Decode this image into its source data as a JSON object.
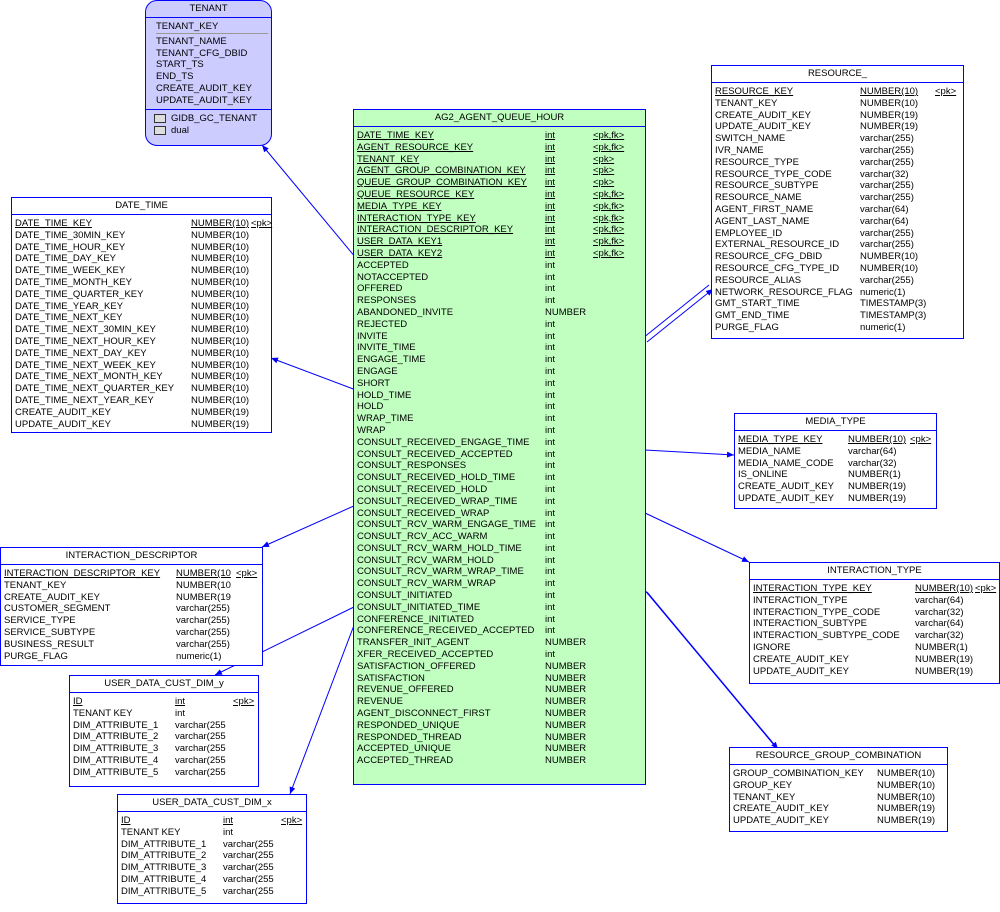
{
  "diagram": {
    "tables": [
      {
        "id": "tenant",
        "title": "TENANT",
        "rows": [
          {
            "n": "TENANT_KEY",
            "t": "",
            "k": ""
          },
          {
            "n": "TENANT_NAME",
            "t": "",
            "k": ""
          },
          {
            "n": "TENANT_CFG_DBID",
            "t": "",
            "k": ""
          },
          {
            "n": "START_TS",
            "t": "",
            "k": ""
          },
          {
            "n": "END_TS",
            "t": "",
            "k": ""
          },
          {
            "n": "CREATE_AUDIT_KEY",
            "t": "",
            "k": ""
          },
          {
            "n": "UPDATE_AUDIT_KEY",
            "t": "",
            "k": ""
          }
        ],
        "sources": [
          "GIDB_GC_TENANT",
          "dual"
        ]
      },
      {
        "id": "ag2",
        "title": "AG2_AGENT_QUEUE_HOUR",
        "rows": [
          {
            "n": "DATE_TIME_KEY",
            "t": "int",
            "k": "<pk,fk>",
            "u": 1
          },
          {
            "n": "AGENT_RESOURCE_KEY",
            "t": "int",
            "k": "<pk,fk>",
            "u": 1
          },
          {
            "n": "TENANT_KEY",
            "t": "int",
            "k": "<pk>",
            "u": 1
          },
          {
            "n": "AGENT_GROUP_COMBINATION_KEY",
            "t": "int",
            "k": "<pk>",
            "u": 1
          },
          {
            "n": "QUEUE_GROUP_COMBINATION_KEY",
            "t": "int",
            "k": "<pk>",
            "u": 1
          },
          {
            "n": "QUEUE_RESOURCE_KEY",
            "t": "int",
            "k": "<pk,fk>",
            "u": 1
          },
          {
            "n": "MEDIA_TYPE_KEY",
            "t": "int",
            "k": "<pk,fk>",
            "u": 1
          },
          {
            "n": "INTERACTION_TYPE_KEY",
            "t": "int",
            "k": "<pk,fk>",
            "u": 1
          },
          {
            "n": "INTERACTION_DESCRIPTOR_KEY",
            "t": "int",
            "k": "<pk,fk>",
            "u": 1
          },
          {
            "n": "USER_DATA_KEY1",
            "t": "int",
            "k": "<pk,fk>",
            "u": 1
          },
          {
            "n": "USER_DATA_KEY2",
            "t": "int",
            "k": "<pk,fk>",
            "u": 1
          },
          {
            "n": "ACCEPTED",
            "t": "int",
            "k": ""
          },
          {
            "n": "NOTACCEPTED",
            "t": "int",
            "k": ""
          },
          {
            "n": "OFFERED",
            "t": "int",
            "k": ""
          },
          {
            "n": "RESPONSES",
            "t": "int",
            "k": ""
          },
          {
            "n": "ABANDONED_INVITE",
            "t": "NUMBER",
            "k": ""
          },
          {
            "n": "REJECTED",
            "t": "int",
            "k": ""
          },
          {
            "n": "INVITE",
            "t": "int",
            "k": ""
          },
          {
            "n": "INVITE_TIME",
            "t": "int",
            "k": ""
          },
          {
            "n": "ENGAGE_TIME",
            "t": "int",
            "k": ""
          },
          {
            "n": "ENGAGE",
            "t": "int",
            "k": ""
          },
          {
            "n": "SHORT",
            "t": "int",
            "k": ""
          },
          {
            "n": "HOLD_TIME",
            "t": "int",
            "k": ""
          },
          {
            "n": "HOLD",
            "t": "int",
            "k": ""
          },
          {
            "n": "WRAP_TIME",
            "t": "int",
            "k": ""
          },
          {
            "n": "WRAP",
            "t": "int",
            "k": ""
          },
          {
            "n": "CONSULT_RECEIVED_ENGAGE_TIME",
            "t": "int",
            "k": ""
          },
          {
            "n": "CONSULT_RECEIVED_ACCEPTED",
            "t": "int",
            "k": ""
          },
          {
            "n": "CONSULT_RESPONSES",
            "t": "int",
            "k": ""
          },
          {
            "n": "CONSULT_RECEIVED_HOLD_TIME",
            "t": "int",
            "k": ""
          },
          {
            "n": "CONSULT_RECEIVED_HOLD",
            "t": "int",
            "k": ""
          },
          {
            "n": "CONSULT_RECEIVED_WRAP_TIME",
            "t": "int",
            "k": ""
          },
          {
            "n": "CONSULT_RECEIVED_WRAP",
            "t": "int",
            "k": ""
          },
          {
            "n": "CONSULT_RCV_WARM_ENGAGE_TIME",
            "t": "int",
            "k": ""
          },
          {
            "n": "CONSULT_RCV_ACC_WARM",
            "t": "int",
            "k": ""
          },
          {
            "n": "CONSULT_RCV_WARM_HOLD_TIME",
            "t": "int",
            "k": ""
          },
          {
            "n": "CONSULT_RCV_WARM_HOLD",
            "t": "int",
            "k": ""
          },
          {
            "n": "CONSULT_RCV_WARM_WRAP_TIME",
            "t": "int",
            "k": ""
          },
          {
            "n": "CONSULT_RCV_WARM_WRAP",
            "t": "int",
            "k": ""
          },
          {
            "n": "CONSULT_INITIATED",
            "t": "int",
            "k": ""
          },
          {
            "n": "CONSULT_INITIATED_TIME",
            "t": "int",
            "k": ""
          },
          {
            "n": "CONFERENCE_INITIATED",
            "t": "int",
            "k": ""
          },
          {
            "n": "CONFERENCE_RECEIVED_ACCEPTED",
            "t": "int",
            "k": ""
          },
          {
            "n": "TRANSFER_INIT_AGENT",
            "t": "NUMBER",
            "k": ""
          },
          {
            "n": "XFER_RECEIVED_ACCEPTED",
            "t": "int",
            "k": ""
          },
          {
            "n": "SATISFACTION_OFFERED",
            "t": "NUMBER",
            "k": ""
          },
          {
            "n": "SATISFACTION",
            "t": "NUMBER",
            "k": ""
          },
          {
            "n": "REVENUE_OFFERED",
            "t": "NUMBER",
            "k": ""
          },
          {
            "n": "REVENUE",
            "t": "NUMBER",
            "k": ""
          },
          {
            "n": "AGENT_DISCONNECT_FIRST",
            "t": "NUMBER",
            "k": ""
          },
          {
            "n": "RESPONDED_UNIQUE",
            "t": "NUMBER",
            "k": ""
          },
          {
            "n": "RESPONDED_THREAD",
            "t": "NUMBER",
            "k": ""
          },
          {
            "n": "ACCEPTED_UNIQUE",
            "t": "NUMBER",
            "k": ""
          },
          {
            "n": "ACCEPTED_THREAD",
            "t": "NUMBER",
            "k": ""
          }
        ]
      },
      {
        "id": "date_time",
        "title": "DATE_TIME",
        "rows": [
          {
            "n": "DATE_TIME_KEY",
            "t": "NUMBER(10)",
            "k": "<pk>",
            "u": 1
          },
          {
            "n": "DATE_TIME_30MIN_KEY",
            "t": "NUMBER(10)",
            "k": ""
          },
          {
            "n": "DATE_TIME_HOUR_KEY",
            "t": "NUMBER(10)",
            "k": ""
          },
          {
            "n": "DATE_TIME_DAY_KEY",
            "t": "NUMBER(10)",
            "k": ""
          },
          {
            "n": "DATE_TIME_WEEK_KEY",
            "t": "NUMBER(10)",
            "k": ""
          },
          {
            "n": "DATE_TIME_MONTH_KEY",
            "t": "NUMBER(10)",
            "k": ""
          },
          {
            "n": "DATE_TIME_QUARTER_KEY",
            "t": "NUMBER(10)",
            "k": ""
          },
          {
            "n": "DATE_TIME_YEAR_KEY",
            "t": "NUMBER(10)",
            "k": ""
          },
          {
            "n": "DATE_TIME_NEXT_KEY",
            "t": "NUMBER(10)",
            "k": ""
          },
          {
            "n": "DATE_TIME_NEXT_30MIN_KEY",
            "t": "NUMBER(10)",
            "k": ""
          },
          {
            "n": "DATE_TIME_NEXT_HOUR_KEY",
            "t": "NUMBER(10)",
            "k": ""
          },
          {
            "n": "DATE_TIME_NEXT_DAY_KEY",
            "t": "NUMBER(10)",
            "k": ""
          },
          {
            "n": "DATE_TIME_NEXT_WEEK_KEY",
            "t": "NUMBER(10)",
            "k": ""
          },
          {
            "n": "DATE_TIME_NEXT_MONTH_KEY",
            "t": "NUMBER(10)",
            "k": ""
          },
          {
            "n": "DATE_TIME_NEXT_QUARTER_KEY",
            "t": "NUMBER(10)",
            "k": ""
          },
          {
            "n": "DATE_TIME_NEXT_YEAR_KEY",
            "t": "NUMBER(10)",
            "k": ""
          },
          {
            "n": "CREATE_AUDIT_KEY",
            "t": "NUMBER(19)",
            "k": ""
          },
          {
            "n": "UPDATE_AUDIT_KEY",
            "t": "NUMBER(19)",
            "k": ""
          }
        ]
      },
      {
        "id": "resource",
        "title": "RESOURCE_",
        "rows": [
          {
            "n": "RESOURCE_KEY",
            "t": "NUMBER(10)",
            "k": "<pk>",
            "u": 1
          },
          {
            "n": "TENANT_KEY",
            "t": "NUMBER(10)",
            "k": ""
          },
          {
            "n": "CREATE_AUDIT_KEY",
            "t": "NUMBER(19)",
            "k": ""
          },
          {
            "n": "UPDATE_AUDIT_KEY",
            "t": "NUMBER(19)",
            "k": ""
          },
          {
            "n": "SWITCH_NAME",
            "t": "varchar(255)",
            "k": ""
          },
          {
            "n": "IVR_NAME",
            "t": "varchar(255)",
            "k": ""
          },
          {
            "n": "RESOURCE_TYPE",
            "t": "varchar(255)",
            "k": ""
          },
          {
            "n": "RESOURCE_TYPE_CODE",
            "t": "varchar(32)",
            "k": ""
          },
          {
            "n": "RESOURCE_SUBTYPE",
            "t": "varchar(255)",
            "k": ""
          },
          {
            "n": "RESOURCE_NAME",
            "t": "varchar(255)",
            "k": ""
          },
          {
            "n": "AGENT_FIRST_NAME",
            "t": "varchar(64)",
            "k": ""
          },
          {
            "n": "AGENT_LAST_NAME",
            "t": "varchar(64)",
            "k": ""
          },
          {
            "n": "EMPLOYEE_ID",
            "t": "varchar(255)",
            "k": ""
          },
          {
            "n": "EXTERNAL_RESOURCE_ID",
            "t": "varchar(255)",
            "k": ""
          },
          {
            "n": "RESOURCE_CFG_DBID",
            "t": "NUMBER(10)",
            "k": ""
          },
          {
            "n": "RESOURCE_CFG_TYPE_ID",
            "t": "NUMBER(10)",
            "k": ""
          },
          {
            "n": "RESOURCE_ALIAS",
            "t": "varchar(255)",
            "k": ""
          },
          {
            "n": "NETWORK_RESOURCE_FLAG",
            "t": "numeric(1)",
            "k": ""
          },
          {
            "n": "GMT_START_TIME",
            "t": "TIMESTAMP(3)",
            "k": ""
          },
          {
            "n": "GMT_END_TIME",
            "t": "TIMESTAMP(3)",
            "k": ""
          },
          {
            "n": "PURGE_FLAG",
            "t": "numeric(1)",
            "k": ""
          }
        ]
      },
      {
        "id": "media_type",
        "title": "MEDIA_TYPE",
        "rows": [
          {
            "n": "MEDIA_TYPE_KEY",
            "t": "NUMBER(10)",
            "k": "<pk>",
            "u": 1
          },
          {
            "n": "MEDIA_NAME",
            "t": "varchar(64)",
            "k": ""
          },
          {
            "n": "MEDIA_NAME_CODE",
            "t": "varchar(32)",
            "k": ""
          },
          {
            "n": "IS_ONLINE",
            "t": "NUMBER(1)",
            "k": ""
          },
          {
            "n": "CREATE_AUDIT_KEY",
            "t": "NUMBER(19)",
            "k": ""
          },
          {
            "n": "UPDATE_AUDIT_KEY",
            "t": "NUMBER(19)",
            "k": ""
          }
        ]
      },
      {
        "id": "interaction_type",
        "title": "INTERACTION_TYPE",
        "rows": [
          {
            "n": "INTERACTION_TYPE_KEY",
            "t": "NUMBER(10)",
            "k": "<pk>",
            "u": 1
          },
          {
            "n": "INTERACTION_TYPE",
            "t": "varchar(64)",
            "k": ""
          },
          {
            "n": "INTERACTION_TYPE_CODE",
            "t": "varchar(32)",
            "k": ""
          },
          {
            "n": "INTERACTION_SUBTYPE",
            "t": "varchar(64)",
            "k": ""
          },
          {
            "n": "INTERACTION_SUBTYPE_CODE",
            "t": "varchar(32)",
            "k": ""
          },
          {
            "n": "IGNORE",
            "t": "NUMBER(1)",
            "k": ""
          },
          {
            "n": "CREATE_AUDIT_KEY",
            "t": "NUMBER(19)",
            "k": ""
          },
          {
            "n": "UPDATE_AUDIT_KEY",
            "t": "NUMBER(19)",
            "k": ""
          }
        ]
      },
      {
        "id": "rgc",
        "title": "RESOURCE_GROUP_COMBINATION",
        "rows": [
          {
            "n": "GROUP_COMBINATION_KEY",
            "t": "NUMBER(10)",
            "k": ""
          },
          {
            "n": "GROUP_KEY",
            "t": "NUMBER(10)",
            "k": ""
          },
          {
            "n": "TENANT_KEY",
            "t": "NUMBER(10)",
            "k": ""
          },
          {
            "n": "CREATE_AUDIT_KEY",
            "t": "NUMBER(19)",
            "k": ""
          },
          {
            "n": "UPDATE_AUDIT_KEY",
            "t": "NUMBER(19)",
            "k": ""
          }
        ]
      },
      {
        "id": "interaction_descriptor",
        "title": "INTERACTION_DESCRIPTOR",
        "rows": [
          {
            "n": "INTERACTION_DESCRIPTOR_KEY",
            "t": "NUMBER(10",
            "k": "<pk>",
            "u": 1
          },
          {
            "n": "TENANT_KEY",
            "t": "NUMBER(10",
            "k": ""
          },
          {
            "n": "CREATE_AUDIT_KEY",
            "t": "NUMBER(19",
            "k": ""
          },
          {
            "n": "CUSTOMER_SEGMENT",
            "t": "varchar(255)",
            "k": ""
          },
          {
            "n": "SERVICE_TYPE",
            "t": "varchar(255)",
            "k": ""
          },
          {
            "n": "SERVICE_SUBTYPE",
            "t": "varchar(255)",
            "k": ""
          },
          {
            "n": "BUSINESS_RESULT",
            "t": "varchar(255)",
            "k": ""
          },
          {
            "n": "PURGE_FLAG",
            "t": "numeric(1)",
            "k": ""
          }
        ]
      },
      {
        "id": "ud_y",
        "title": "USER_DATA_CUST_DIM_y",
        "rows": [
          {
            "n": "ID",
            "t": "int",
            "k": "<pk>",
            "u": 1
          },
          {
            "n": "TENANT KEY",
            "t": "int",
            "k": ""
          },
          {
            "n": "DIM_ATTRIBUTE_1",
            "t": "varchar(255",
            "k": ""
          },
          {
            "n": "DIM_ATTRIBUTE_2",
            "t": "varchar(255",
            "k": ""
          },
          {
            "n": "DIM_ATTRIBUTE_3",
            "t": "varchar(255",
            "k": ""
          },
          {
            "n": "DIM_ATTRIBUTE_4",
            "t": "varchar(255",
            "k": ""
          },
          {
            "n": "DIM_ATTRIBUTE_5",
            "t": "varchar(255",
            "k": ""
          }
        ]
      },
      {
        "id": "ud_x",
        "title": "USER_DATA_CUST_DIM_x",
        "rows": [
          {
            "n": "ID",
            "t": "int",
            "k": "<pk>",
            "u": 1
          },
          {
            "n": "TENANT KEY",
            "t": "int",
            "k": ""
          },
          {
            "n": "DIM_ATTRIBUTE_1",
            "t": "varchar(255",
            "k": ""
          },
          {
            "n": "DIM_ATTRIBUTE_2",
            "t": "varchar(255",
            "k": ""
          },
          {
            "n": "DIM_ATTRIBUTE_3",
            "t": "varchar(255",
            "k": ""
          },
          {
            "n": "DIM_ATTRIBUTE_4",
            "t": "varchar(255",
            "k": ""
          },
          {
            "n": "DIM_ATTRIBUTE_5",
            "t": "varchar(255",
            "k": ""
          }
        ]
      }
    ],
    "relationships": [
      {
        "from": "ag2",
        "to": "tenant"
      },
      {
        "from": "ag2",
        "to": "date_time"
      },
      {
        "from": "ag2",
        "to": "resource",
        "double": true
      },
      {
        "from": "ag2",
        "to": "media_type"
      },
      {
        "from": "ag2",
        "to": "interaction_type"
      },
      {
        "from": "ag2",
        "to": "rgc",
        "double": true
      },
      {
        "from": "ag2",
        "to": "interaction_descriptor"
      },
      {
        "from": "ag2",
        "to": "ud_y"
      },
      {
        "from": "ag2",
        "to": "ud_x"
      }
    ],
    "colors": {
      "line": "#0000ff",
      "fact_fill": "#c0ffc0",
      "tenant_fill": "#ccccff"
    }
  }
}
